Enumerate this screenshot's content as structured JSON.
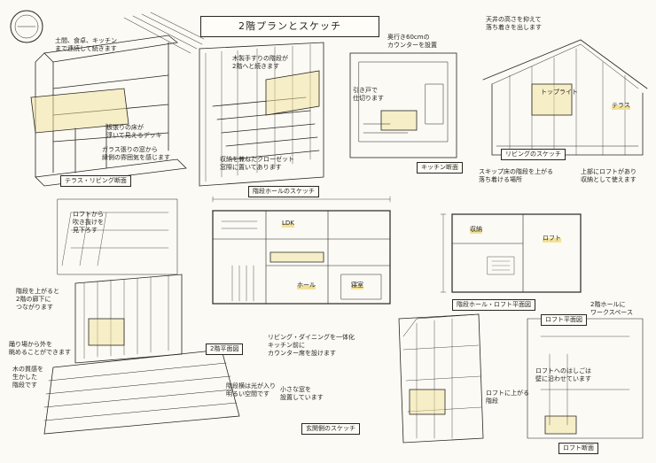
{
  "title": "2階プランとスケッチ",
  "labels": {
    "l1": "土間、食卓、キッチン\nまで連続して続きます",
    "l2": "板張りの床が\n浮いて見えるデッキ",
    "l3": "ガラス張りの窓から\n縁側の雰囲気を感じます",
    "l4": "木製手すりの階段が\n2階へと続きます",
    "l5": "奥行き60cmの\nカウンターを設置",
    "l6": "引き戸で\n仕切ります",
    "l7": "収納を兼ねたクローゼット\n窓際に置いてあります",
    "l8": "天井の高さを抑えて\n落ち着きを出します",
    "l9": "トップライト",
    "l10": "ロフトへのはしごは\n壁に沿わせています",
    "l11": "上部にロフトがあり\n収納として使えます",
    "l12": "階段を上がると\n2階の廊下に\nつながります",
    "l13": "踊り場から外を\n眺めることができます",
    "l14": "木の質感を\n生かした\n階段です",
    "l15": "リビング・ダイニングを一体化\nキッチン前に\nカウンター席を設けます",
    "l16": "階段横は光が入り\n明るい空間です",
    "l17": "2階ホールに\nワークスペース",
    "l18": "ロフトに上がる\n階段",
    "l19": "ロフトから\n吹き抜けを\n見下ろす",
    "l20": "スキップ床の階段を上がる\n落ち着ける場所",
    "l21": "小さな窓を\n設置しています"
  },
  "captions": {
    "c1": "テラス・リビング断面",
    "c2": "階段ホールのスケッチ",
    "c3": "キッチン断面",
    "c4": "リビングのスケッチ",
    "c5": "2階平面図",
    "c6": "ロフト平面図",
    "c7": "玄関側のスケッチ",
    "c8": "階段ホール・ロフト平面図",
    "c9": "ロフト断面"
  },
  "rooms": {
    "r1": "LDK",
    "r2": "寝室",
    "r3": "ロフト",
    "r4": "収納",
    "r5": "テラス",
    "r6": "ホール"
  }
}
